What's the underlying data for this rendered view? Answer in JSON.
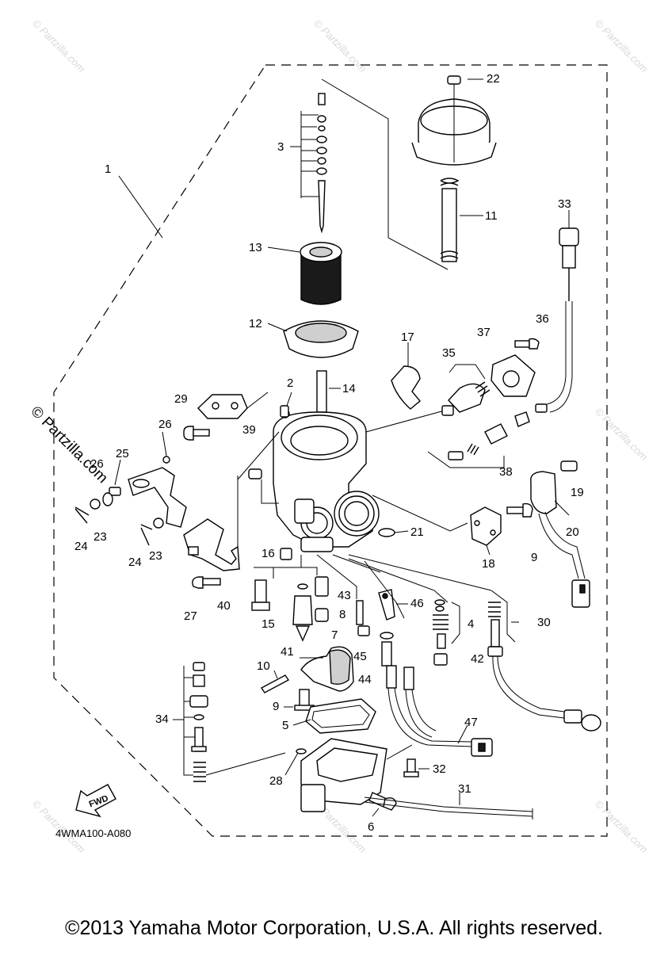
{
  "watermark": "© Partzilla.com",
  "watermark_large": "© Partzilla.com",
  "diagram_code": "4WMA100-A080",
  "fwd_label": "FWD",
  "copyright": "©2013 Yamaha Motor Corporation, U.S.A. All rights reserved.",
  "callouts": [
    "1",
    "2",
    "3",
    "4",
    "5",
    "6",
    "7",
    "8",
    "9",
    "9",
    "10",
    "11",
    "12",
    "13",
    "14",
    "15",
    "16",
    "17",
    "18",
    "19",
    "20",
    "21",
    "22",
    "23",
    "23",
    "24",
    "24",
    "25",
    "26",
    "26",
    "27",
    "28",
    "29",
    "30",
    "31",
    "32",
    "33",
    "34",
    "35",
    "36",
    "37",
    "38",
    "39",
    "40",
    "41",
    "42",
    "43",
    "44",
    "45",
    "46",
    "47"
  ]
}
